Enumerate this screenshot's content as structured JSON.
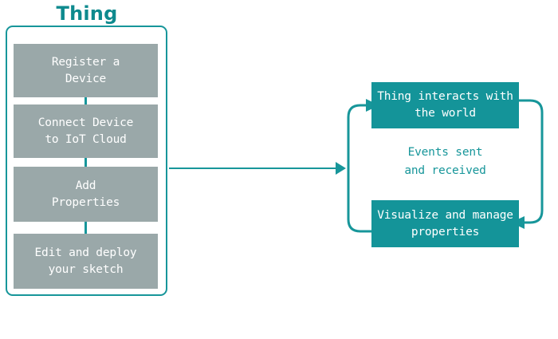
{
  "colors": {
    "teal": "#17969A",
    "teal_fill": "#149499",
    "teal_title": "#0E8A8E",
    "gray_fill": "#9AA8A9",
    "background": "#FFFFFF",
    "box_text": "#FFFFFF"
  },
  "thing": {
    "title": "Thing",
    "steps": [
      {
        "line1": "Register a",
        "line2": "Device"
      },
      {
        "line1": "Connect Device",
        "line2": "to IoT Cloud"
      },
      {
        "line1": "Add",
        "line2": "Properties"
      },
      {
        "line1": "Edit and deploy",
        "line2": "your sketch"
      }
    ]
  },
  "flow": {
    "arrow_label": "",
    "arrow_direction": "right"
  },
  "cycle": {
    "top_box": {
      "line1": "Thing interacts",
      "line2": "with the world"
    },
    "center_label": {
      "line1": "Events sent",
      "line2": "and received"
    },
    "bottom_box": {
      "line1": "Visualize and",
      "line2": "manage properties"
    },
    "left_arc_direction": "up",
    "right_arc_direction": "down"
  }
}
